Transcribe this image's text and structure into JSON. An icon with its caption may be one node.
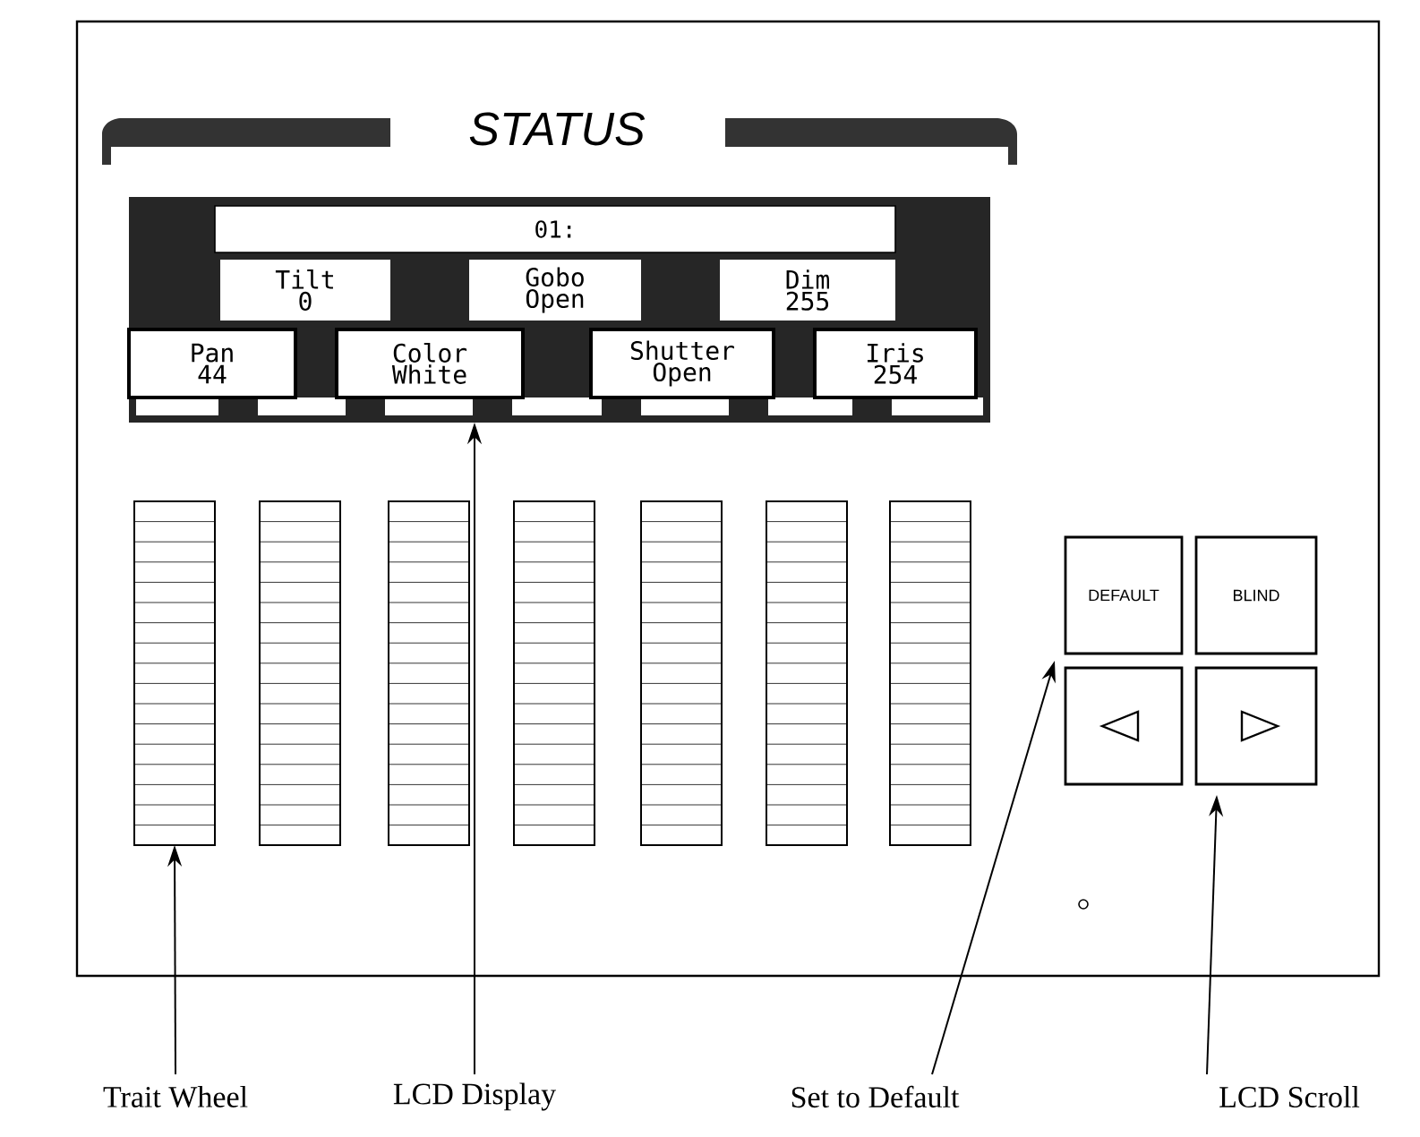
{
  "diagram": {
    "title": "STATUS",
    "nodes": [
      {
        "text": [],
        "shape": "box"
      },
      {
        "text": [
          "01:"
        ],
        "in": 0
      },
      {
        "text": [
          "Tilt",
          "0"
        ],
        "in": 0
      },
      {
        "text": [
          "Gobo",
          "Open"
        ],
        "in": 0
      },
      {
        "text": [
          "Dim",
          "255"
        ],
        "in": 0
      },
      {
        "text": [
          "Pan",
          "44"
        ],
        "in": 0
      },
      {
        "text": [
          "Color",
          "White"
        ],
        "in": 0
      },
      {
        "text": [
          "Shutter",
          "Open"
        ],
        "in": 0
      },
      {
        "text": [
          "Iris",
          "254"
        ],
        "in": 0
      },
      {
        "text": [],
        "shape": "bar"
      },
      {
        "text": [],
        "shape": "bar"
      },
      {
        "text": [],
        "shape": "bar"
      },
      {
        "text": [],
        "shape": "bar"
      },
      {
        "text": [],
        "shape": "bar"
      },
      {
        "text": [],
        "shape": "bar"
      },
      {
        "text": [],
        "shape": "bar"
      },
      {
        "text": [
          "DEFAULT"
        ]
      },
      {
        "text": [
          "BLIND"
        ]
      },
      {
        "text": [],
        "shape": "box"
      },
      {
        "text": [],
        "shape": "box"
      },
      {
        "text": [
          "Trait Wheel"
        ]
      },
      {
        "text": [
          "LCD Display"
        ]
      },
      {
        "text": [
          "Set to Default"
        ]
      },
      {
        "text": [
          "LCD Scroll"
        ]
      }
    ],
    "edges": [
      {
        "from": 20,
        "to": 9,
        "arrow": "to"
      },
      {
        "from": 21,
        "to": 0,
        "arrow": "to"
      },
      {
        "from": 22,
        "to": 16,
        "arrow": "to"
      },
      {
        "from": 23,
        "to": 19,
        "arrow": "to"
      }
    ]
  }
}
